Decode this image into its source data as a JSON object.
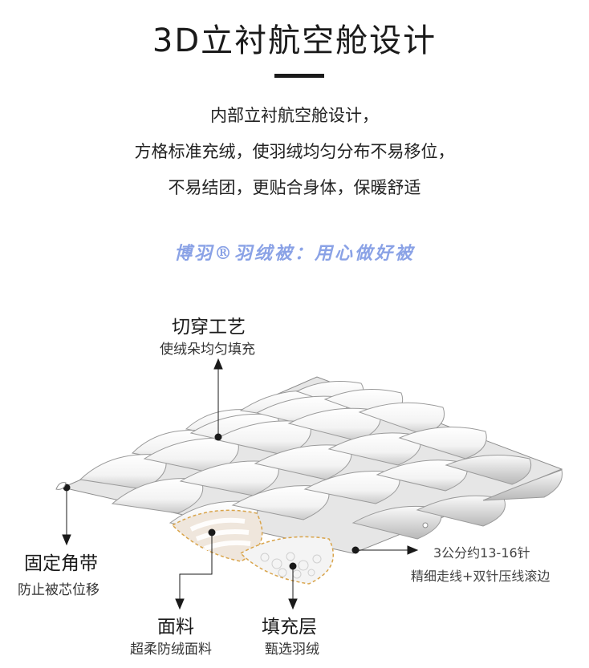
{
  "header": {
    "title": "3D立衬航空舱设计"
  },
  "description": {
    "line1": "内部立衬航空舱设计，",
    "line2": "方格标准充绒，使羽绒均匀分布不易移位，",
    "line3": "不易结团，更贴合身体，保暖舒适"
  },
  "brand": {
    "slogan": "博羽®羽绒被：用心做好被",
    "color": "#8aa2e6"
  },
  "callouts": {
    "top": {
      "title": "切穿工艺",
      "subtitle": "使绒朵均匀填充"
    },
    "corner": {
      "title": "固定角带",
      "subtitle": "防止被芯位移"
    },
    "fabric": {
      "title": "面料",
      "subtitle": "超柔防绒面料"
    },
    "filling": {
      "title": "填充层",
      "subtitle": "甄选羽绒"
    },
    "stitch": {
      "title": "3公分约13-16针",
      "subtitle": "精细走线+双针压线滚边"
    }
  },
  "colors": {
    "text": "#1a1a1a",
    "stitch_dash": "#d9a44a"
  }
}
